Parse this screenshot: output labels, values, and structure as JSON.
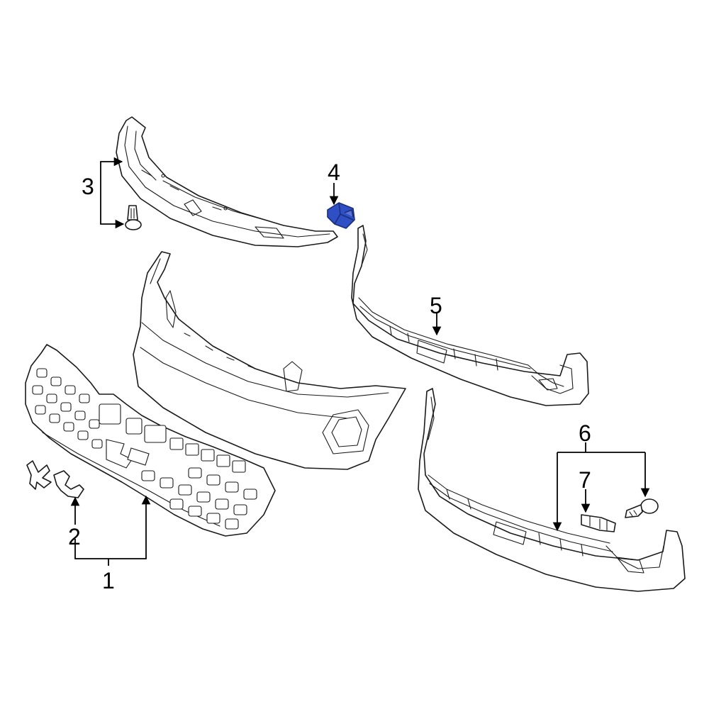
{
  "callouts": {
    "c1": "1",
    "c2": "2",
    "c3": "3",
    "c4": "4",
    "c5": "5",
    "c6": "6",
    "c7": "7"
  },
  "colors": {
    "highlight_fill": "#2f4fc4",
    "highlight_stroke": "#1a2f7a",
    "line": "#1a1a1a",
    "background": "#ffffff"
  },
  "highlighted_part": "4"
}
